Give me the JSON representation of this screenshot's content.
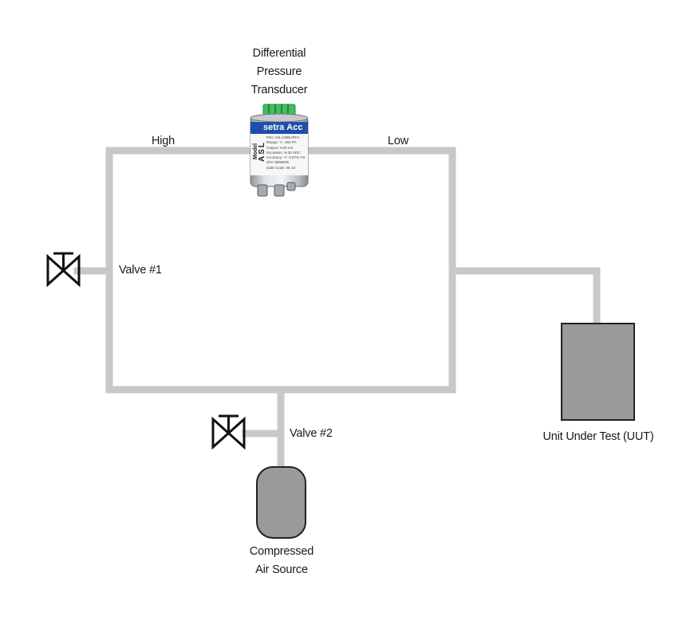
{
  "transducer": {
    "title_lines": [
      "Differential",
      "Pressure",
      "Transducer"
    ],
    "brand": "setra",
    "brand_suffix": "Acc",
    "model_word": "Model",
    "model_code": "ASL",
    "specs": [
      "P/N: ASL125BUPFA",
      "Range: +/- 250 PA",
      "Output: 4-20 mA",
      "Excitation: 9-30 VDC",
      "Accuracy: +/- 0.07% FS",
      "S/N: 5858505",
      "Date Code: 05 14"
    ]
  },
  "ports": {
    "high": "High",
    "low": "Low"
  },
  "valves": {
    "valve1": "Valve #1",
    "valve2": "Valve #2"
  },
  "uut": {
    "label": "Unit Under Test (UUT)"
  },
  "air_source": {
    "lines": [
      "Compressed",
      "Air Source"
    ]
  },
  "colors": {
    "pipe": "#c8c8c8",
    "uut_fill": "#9a9a9a",
    "tank_fill": "#9a9a9a",
    "outline": "#222222",
    "valve": "#111111",
    "brand_blue": "#1f4fa8",
    "connector_green": "#3fbf5f"
  }
}
